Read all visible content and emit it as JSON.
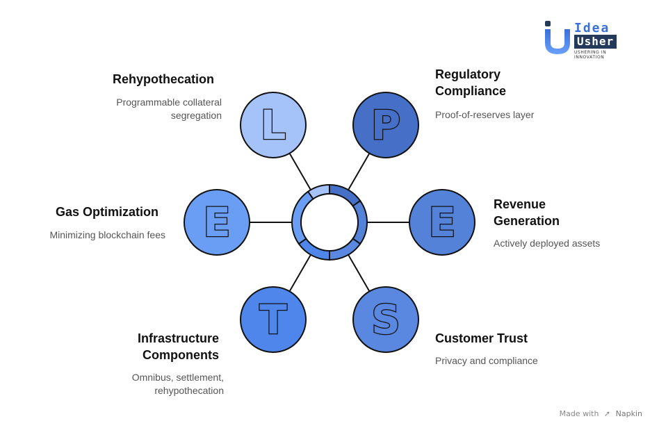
{
  "logo": {
    "line1": "Idea",
    "line2": "Usher",
    "tagline": "USHERING IN INNOVATION",
    "colors": {
      "accent": "#3a6fd8",
      "dark": "#233a5a"
    }
  },
  "footer": {
    "made_with": "Made with",
    "brand": "Napkin"
  },
  "nodes": [
    {
      "letter": "L",
      "title": "Rehypothecation",
      "desc": "Programmable collateral\nsegregation",
      "color": "#a6c3f9"
    },
    {
      "letter": "P",
      "title": "Regulatory\nCompliance",
      "desc": "Proof-of-reserves layer",
      "color": "#4670c8"
    },
    {
      "letter": "E",
      "title": "Gas Optimization",
      "desc": "Minimizing blockchain fees",
      "color": "#6a9ef5"
    },
    {
      "letter": "E",
      "title": "Revenue\nGeneration",
      "desc": "Actively deployed assets",
      "color": "#5482d8"
    },
    {
      "letter": "T",
      "title": "Infrastructure\nComponents",
      "desc": "Omnibus, settlement,\nrehypothecation",
      "color": "#4f86ec"
    },
    {
      "letter": "S",
      "title": "Customer Trust",
      "desc": "Privacy and compliance",
      "color": "#5a87e0"
    }
  ],
  "hub": {
    "ring_colors": [
      "#a6c3f9",
      "#4670c8",
      "#5482d8",
      "#5a87e0",
      "#4f86ec",
      "#6a9ef5"
    ]
  }
}
